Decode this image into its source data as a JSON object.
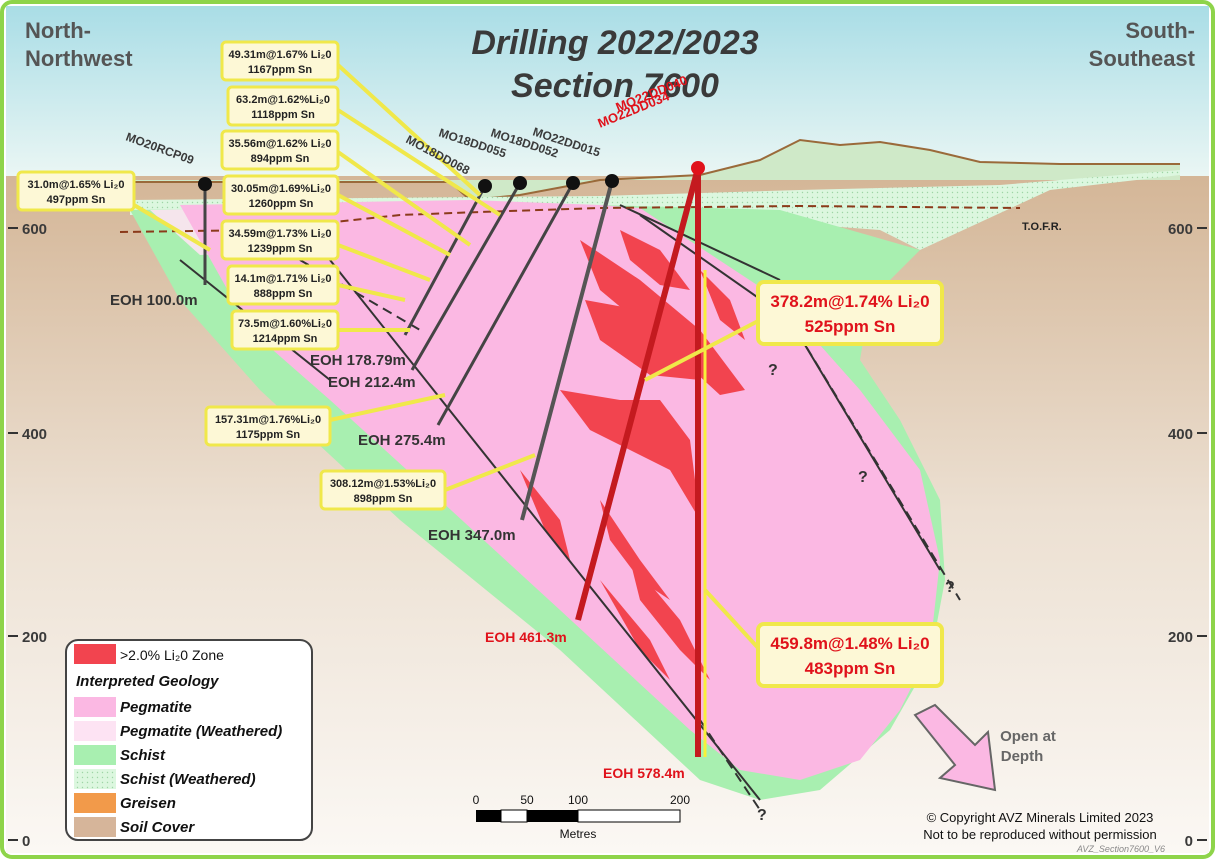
{
  "title": {
    "line1": "Drilling 2022/2023",
    "line2": "Section 7600"
  },
  "direction": {
    "left_1": "North-",
    "left_2": "Northwest",
    "right_1": "South-",
    "right_2": "Southeast"
  },
  "axis": {
    "labels": [
      "600",
      "400",
      "200",
      "0"
    ]
  },
  "tofr_label": "T.O.F.R.",
  "drill_holes": [
    {
      "name": "MO20RCP09",
      "eoh": "EOH 100.0m"
    },
    {
      "name": "MO18DD068",
      "eoh": "EOH 178.79m"
    },
    {
      "name": "MO18DD055",
      "eoh": "EOH 212.4m"
    },
    {
      "name": "MO18DD052",
      "eoh": "EOH 275.4m"
    },
    {
      "name": "MO22DD015",
      "eoh": "EOH 347.0m"
    },
    {
      "name": "MO22DD034",
      "eoh": "EOH 461.3m"
    },
    {
      "name": "MO22DD040",
      "eoh": "EOH 578.4m"
    }
  ],
  "intercepts_small": [
    {
      "line1": "31.0m@1.65% Li₂0",
      "line2": "497ppm Sn"
    },
    {
      "line1": "49.31m@1.67% Li₂0",
      "line2": "1167ppm Sn"
    },
    {
      "line1": "63.2m@1.62%Li₂0",
      "line2": "1118ppm Sn"
    },
    {
      "line1": "35.56m@1.62% Li₂0",
      "line2": "894ppm Sn"
    },
    {
      "line1": "30.05m@1.69%Li₂0",
      "line2": "1260ppm Sn"
    },
    {
      "line1": "34.59m@1.73% Li₂0",
      "line2": "1239ppm Sn"
    },
    {
      "line1": "14.1m@1.71% Li₂0",
      "line2": "888ppm Sn"
    },
    {
      "line1": "73.5m@1.60%Li₂0",
      "line2": "1214ppm Sn"
    },
    {
      "line1": "157.31m@1.76%Li₂0",
      "line2": "1175ppm Sn"
    },
    {
      "line1": "308.12m@1.53%Li₂0",
      "line2": "898ppm Sn"
    }
  ],
  "intercepts_large": [
    {
      "line1": "378.2m@1.74% Li₂0",
      "line2": "525ppm Sn"
    },
    {
      "line1": "459.8m@1.48% Li₂0",
      "line2": "483ppm Sn"
    }
  ],
  "open_at_depth": {
    "line1": "Open at",
    "line2": "Depth"
  },
  "question_mark": "?",
  "legend": {
    "zone": ">2.0% Li₂0 Zone",
    "heading": "Interpreted Geology",
    "items": [
      "Pegmatite",
      "Pegmatite (Weathered)",
      "Schist",
      "Schist (Weathered)",
      "Greisen",
      "Soil Cover"
    ],
    "colors": {
      "zone": "#f2444f",
      "pegmatite": "#fbb8e3",
      "pegmatite_weathered": "#fde3f3",
      "schist": "#a8efb0",
      "schist_weathered": "#dcf7df",
      "greisen": "#f29a4a",
      "soil": "#d6b59a"
    }
  },
  "scale": {
    "ticks": [
      "0",
      "50",
      "100",
      "200"
    ],
    "unit": "Metres"
  },
  "copyright": {
    "line1": "© Copyright AVZ Minerals Limited 2023",
    "line2": "Not to be reproduced without permission",
    "file": "AVZ_Section7600_V6"
  }
}
